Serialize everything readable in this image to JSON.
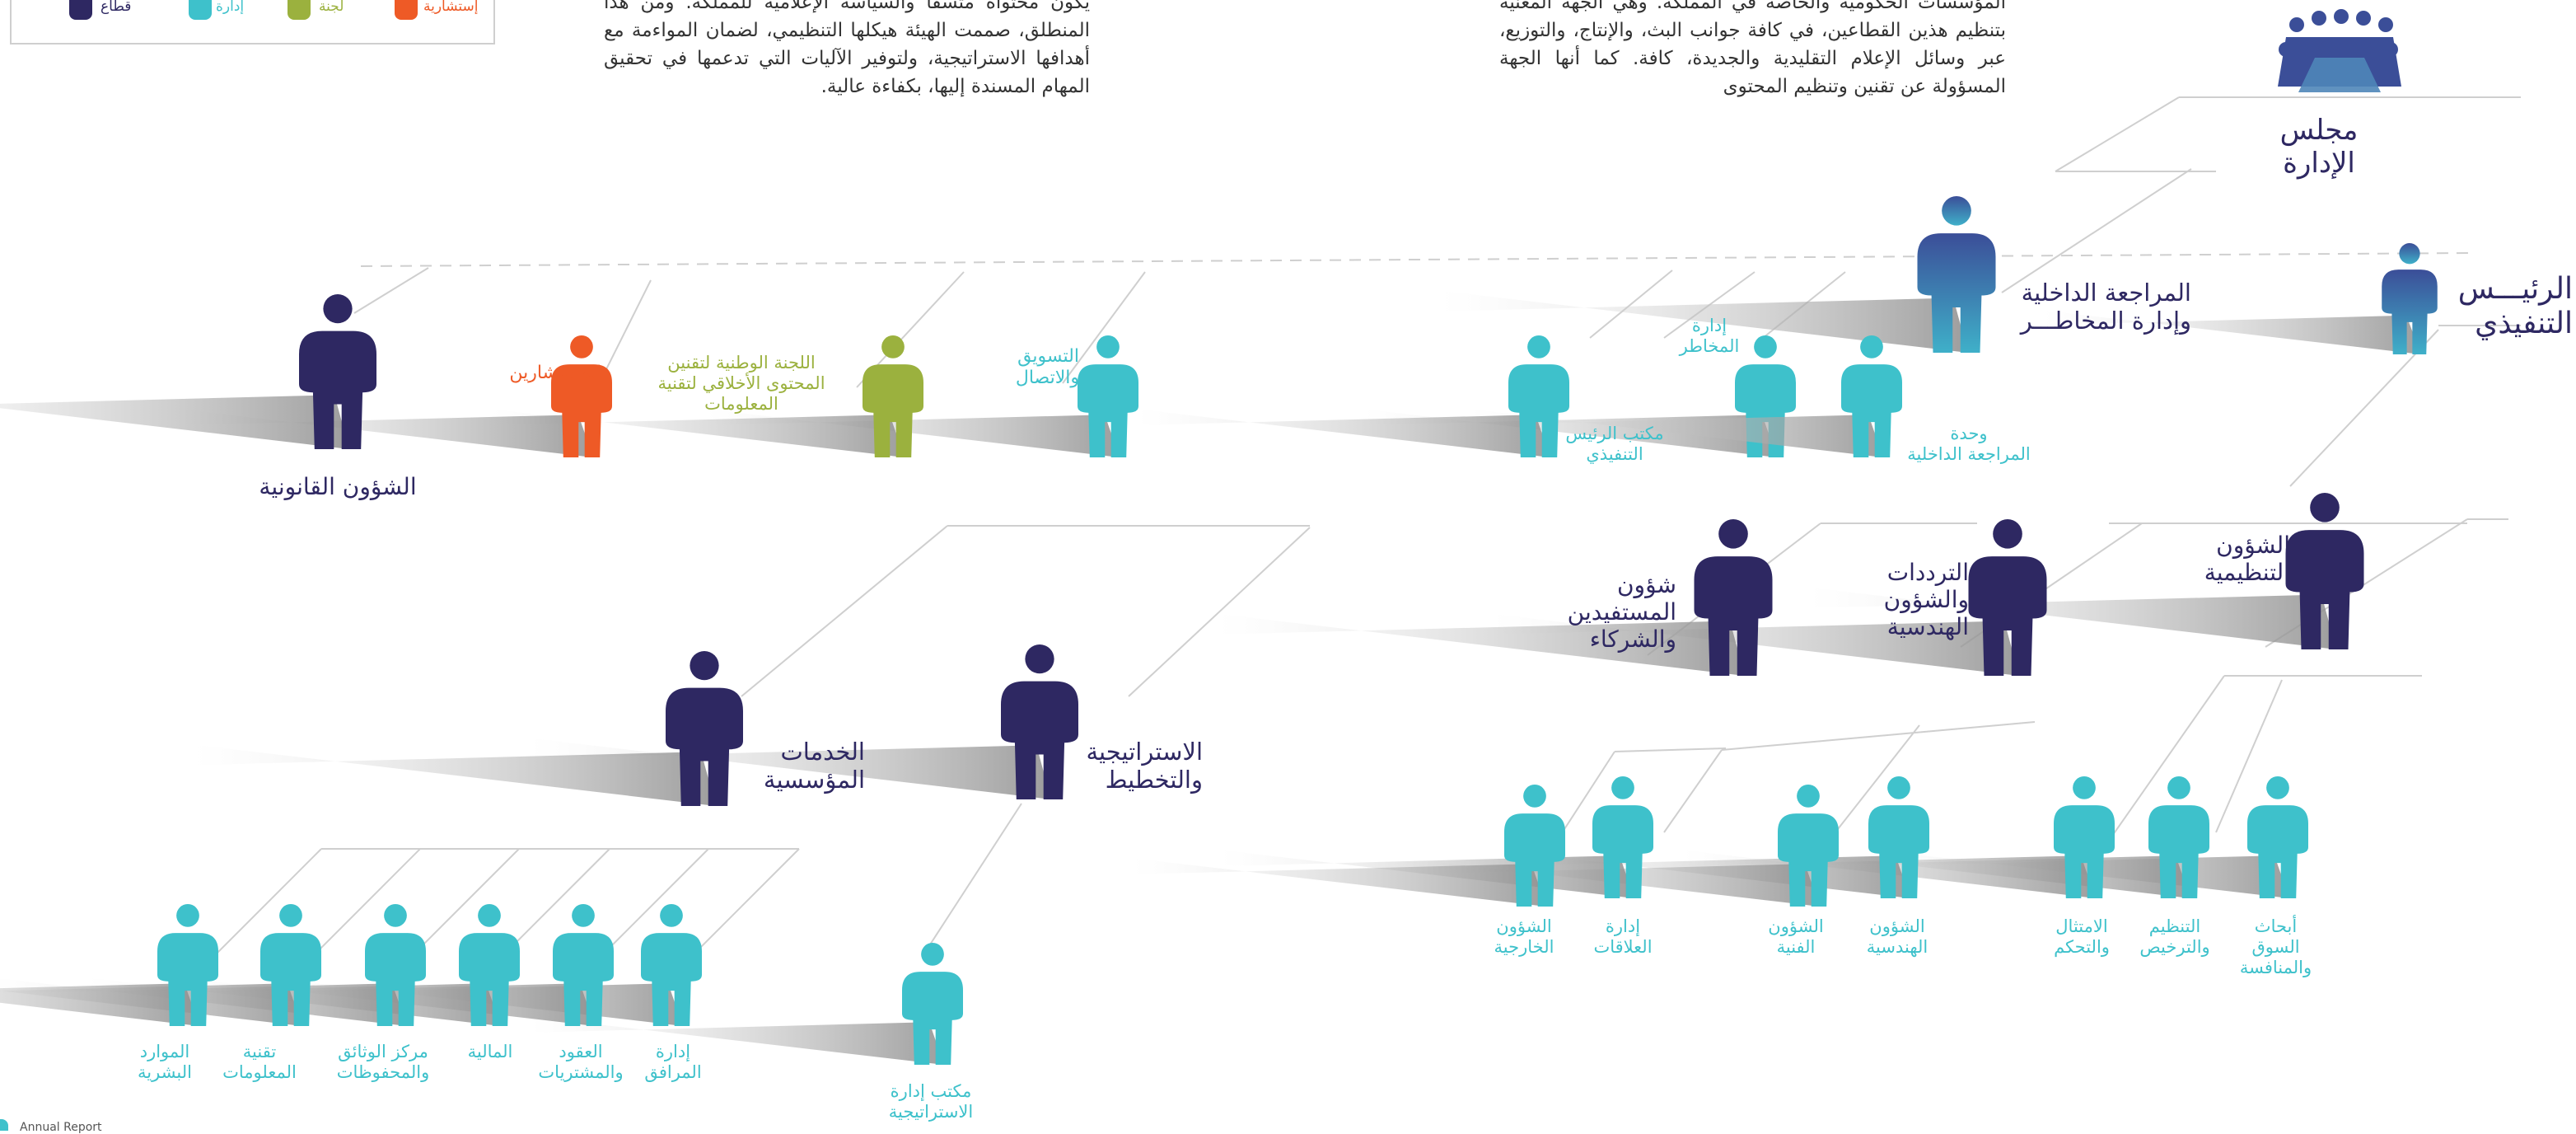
{
  "colors": {
    "navy": "#2E2862",
    "teal": "#3EC1CB",
    "olive": "#9BB13E",
    "orange": "#EE5A26",
    "exec_grad_top": "#3B4E98",
    "exec_grad_bottom": "#3FB0C9",
    "text_navy": "#2E2862",
    "text_teal": "#3EC1CB",
    "text_olive": "#9BB13E",
    "text_orange": "#EE5A26",
    "line": "#cfcfcf"
  },
  "intro": {
    "left_paragraph": "يكون محتواه متسقا والسياسة الإعلامية للمملكة. ومن هذا المنطلق، صممت الهيئة هيكلها التنظيمي، لضمان المواءمة مع أهدافها الاستراتيجية، ولتوفير الآليات التي تدعمها في تحقيق المهام المسندة إليها، بكفاءة عالية.",
    "right_paragraph": "المؤسسات الحكومية والخاصة في المملكة. وهي الجهة المعنية بتنظيم هذين القطاعين، في كافة جوانب البث، والإنتاج، والتوزيع، عبر وسائل الإعلام التقليدية والجديدة، كافة. كما أنها الجهة المسؤولة عن تقنين وتنظيم المحتوى"
  },
  "legend": {
    "items": [
      {
        "label": "قطاع",
        "color": "#2E2862"
      },
      {
        "label": "إدارة",
        "color": "#3EC1CB"
      },
      {
        "label": "لجنة",
        "color": "#9BB13E"
      },
      {
        "label": "إستشارية",
        "color": "#EE5A26"
      }
    ]
  },
  "board": {
    "label": "مجلس\nالإدارة"
  },
  "nodes": {
    "ceo": "الرئيـــس\nالتنفيذي",
    "internal_audit_risk": "المراجعة الداخلية\nوإدارة المخاطـــر",
    "risk_mgmt": "إدارة\nالمخاطر",
    "internal_audit_unit": "وحدة\nالمراجعة الداخلية",
    "ceo_office": "مكتب الرئيس\nالتنفيذي",
    "marketing": "التسويق\nوالاتصال",
    "national_committee": "اللجنة الوطنية لتقنين\nالمحتوى الأخلاقي لتقنية\nالمعلومات",
    "advisors": "المستشارين",
    "legal": "الشؤون القانونية",
    "regulatory": "الشؤون\nالتنظيمية",
    "frequencies": "الترددات\nوالشؤون\nالهندسية",
    "beneficiaries": "شؤون\nالمستفيدين\nوالشركاء",
    "strategy": "الاستراتيجية\nوالتخطيط",
    "corporate_services": "الخدمات\nالمؤسسية",
    "market_research": "أبحاث\nالسوق\nوالمنافسة",
    "licensing": "التنظيم\nوالترخيص",
    "compliance": "الامتثال\nوالتحكم",
    "engineering": "الشؤون\nالهندسية",
    "technical": "الشؤون\nالفنية",
    "relations": "إدارة\nالعلاقات",
    "foreign": "الشؤون\nالخارجية",
    "strategy_office": "مكتب إدارة\nالاستراتيجية",
    "facilities": "إدارة\nالمرافق",
    "contracts": "العقود\nوالمشتريات",
    "finance": "المالية",
    "documents": "مركز الوثائق\nوالمحفوظات",
    "it": "تقنية\nالمعلومات",
    "hr": "الموارد\nالبشرية"
  },
  "footer": {
    "text": "Annual Report"
  }
}
